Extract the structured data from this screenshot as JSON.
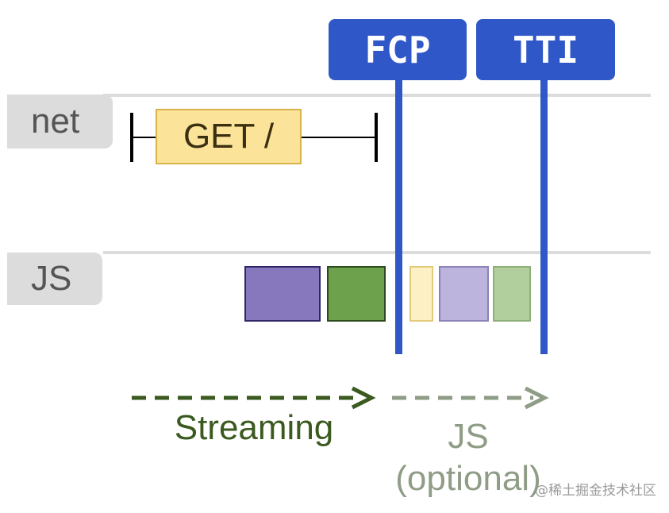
{
  "lanes": {
    "net_label": "net",
    "js_label": "JS"
  },
  "request": {
    "label": "GET /"
  },
  "markers": {
    "fcp": "FCP",
    "tti": "TTI"
  },
  "js_blocks": [
    {
      "color": "#8777bd",
      "border": "#2e2668"
    },
    {
      "color": "#6ea14c",
      "border": "#2c4a1e"
    },
    {
      "color": "#fdf0c4",
      "border": "#e3c97a"
    },
    {
      "color": "#bcb4dc",
      "border": "#8b82b8"
    },
    {
      "color": "#b1cf9c",
      "border": "#8faf7a"
    }
  ],
  "phases": {
    "streaming": "Streaming",
    "js_optional_line1": "JS",
    "js_optional_line2": "(optional)"
  },
  "colors": {
    "marker": "#2f57c8",
    "streaming": "#3b5a1f",
    "optional": "#8f9c86"
  },
  "watermark": "@稀土掘金技术社区"
}
